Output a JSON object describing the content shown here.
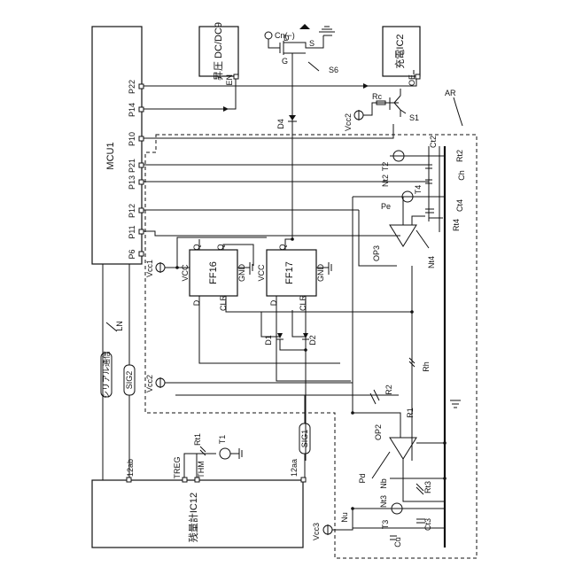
{
  "blocks": {
    "mcu": "MCU1",
    "boost": "昇圧 DC/DC9",
    "charge": "充電IC2",
    "gauge": "残量計IC12",
    "ff16": "FF16",
    "ff17": "FF17"
  },
  "pins": {
    "p22": "P22",
    "p14": "P14",
    "p10": "P10",
    "p21": "P21",
    "p13": "P13",
    "p12": "P12",
    "p11": "P11",
    "p6": "P6",
    "en": "EN",
    "oe": "OE",
    "treg": "TREG",
    "thm": "THM",
    "pin12ab": "12ab",
    "pin12aa": "12aa",
    "vcc": "VCC",
    "gnd": "GND",
    "q": "Q",
    "qbar": "Q",
    "d": "D",
    "clr": "CLR"
  },
  "signals": {
    "serial": "シリアル通信",
    "sig1": "SIG1",
    "sig2": "SIG2",
    "ln": "LN",
    "ar": "AR"
  },
  "parts": {
    "cn": "Cn(−)",
    "s6": "S6",
    "g": "G",
    "dd": "D",
    "ss": "S",
    "d1": "D1",
    "d2": "D2",
    "d4": "D4",
    "rc": "Rc",
    "s1": "S1",
    "vcc1": "Vcc1",
    "vcc2": "Vcc2",
    "vcc2b": "Vcc2",
    "vcc3": "Vcc3",
    "nt2": "Nt2",
    "t2": "T2",
    "ct2": "Ct2",
    "rt2": "Rt2",
    "ch": "Ch",
    "t4": "T4",
    "ct4": "Ct4",
    "rt4": "Rt4",
    "pe": "Pe",
    "op3": "OP3",
    "nt4": "Nt4",
    "r2": "R2",
    "r1": "R1",
    "rh": "Rh",
    "op2": "OP2",
    "pd": "Pd",
    "nb": "Nb",
    "rt1": "Rt1",
    "t1": "T1",
    "rt3": "Rt3",
    "nt3": "Nt3",
    "t3": "T3",
    "ct3": "Ct3",
    "nu": "Nu",
    "cu": "Cu"
  }
}
